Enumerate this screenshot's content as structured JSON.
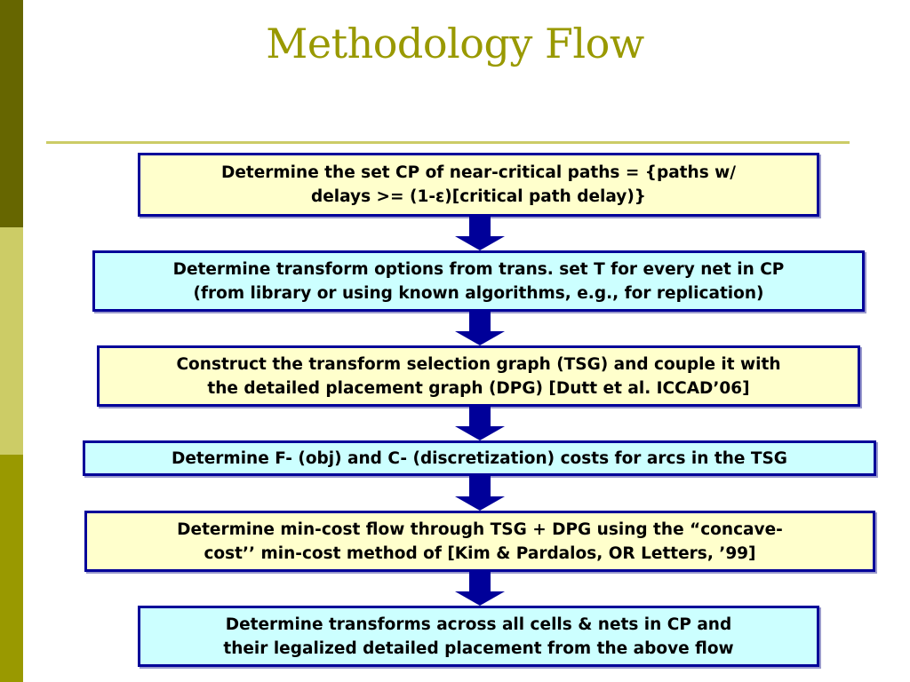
{
  "slide": {
    "title": "Methodology Flow"
  },
  "colors": {
    "bar_top": "#666600",
    "bar_middle": "#cccc66",
    "bar_bottom": "#999900",
    "title": "#999900",
    "rule": "#cccc66",
    "box_border": "#000099",
    "box_cream": "#ffffcc",
    "box_cyan": "#ccffff",
    "arrow": "#000099"
  },
  "flow": {
    "steps": [
      {
        "lines": [
          "Determine the set CP of near-critical paths = {paths w/",
          "delays >= (1-ε)[critical path delay)}"
        ],
        "fill": "cream"
      },
      {
        "lines": [
          "Determine transform options from trans. set T for every net in CP",
          "(from library or using known algorithms, e.g., for replication)"
        ],
        "fill": "cyan"
      },
      {
        "lines": [
          "Construct the transform selection graph (TSG) and couple it with",
          "the detailed placement graph (DPG) [Dutt et al. ICCAD’06]"
        ],
        "fill": "cream"
      },
      {
        "lines": [
          "Determine F- (obj) and C- (discretization) costs for arcs in the TSG"
        ],
        "fill": "cyan"
      },
      {
        "lines": [
          "Determine min-cost flow through TSG + DPG using the “concave-",
          "cost’’ min-cost method of [Kim & Pardalos, OR Letters, ’99]"
        ],
        "fill": "cream"
      },
      {
        "lines": [
          "Determine transforms across all cells & nets in CP and",
          "their legalized detailed placement from the above flow"
        ],
        "fill": "cyan"
      }
    ]
  },
  "icons": {
    "connector": "down-arrow-icon"
  }
}
